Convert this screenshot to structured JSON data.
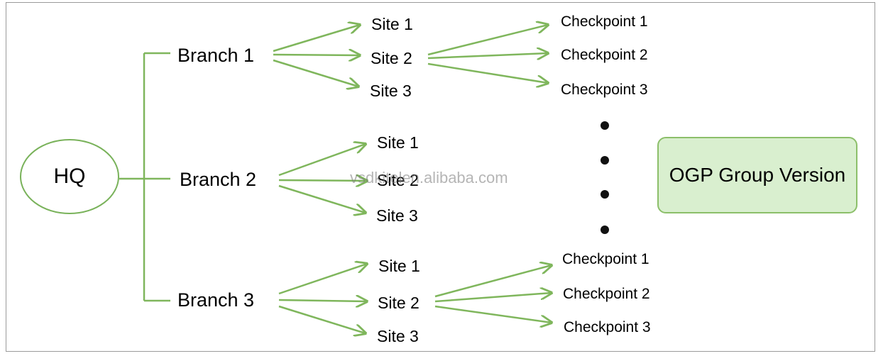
{
  "hq": "HQ",
  "ogp": "OGP Group Version",
  "watermark": "vsdkitelen.alibaba.com",
  "colors": {
    "line": "#7fb65c",
    "ogp_fill": "#d9efcf",
    "hq_border": "#79b25a"
  },
  "branches": [
    {
      "label": "Branch 1",
      "sites": [
        "Site 1",
        "Site 2",
        "Site 3"
      ],
      "checkpoints": [
        "Checkpoint 1",
        "Checkpoint 2",
        "Checkpoint 3"
      ]
    },
    {
      "label": "Branch 2",
      "sites": [
        "Site 1",
        "Site 2",
        "Site 3"
      ]
    },
    {
      "label": "Branch 3",
      "sites": [
        "Site 1",
        "Site 2",
        "Site 3"
      ],
      "checkpoints": [
        "Checkpoint 1",
        "Checkpoint 2",
        "Checkpoint 3"
      ]
    }
  ]
}
